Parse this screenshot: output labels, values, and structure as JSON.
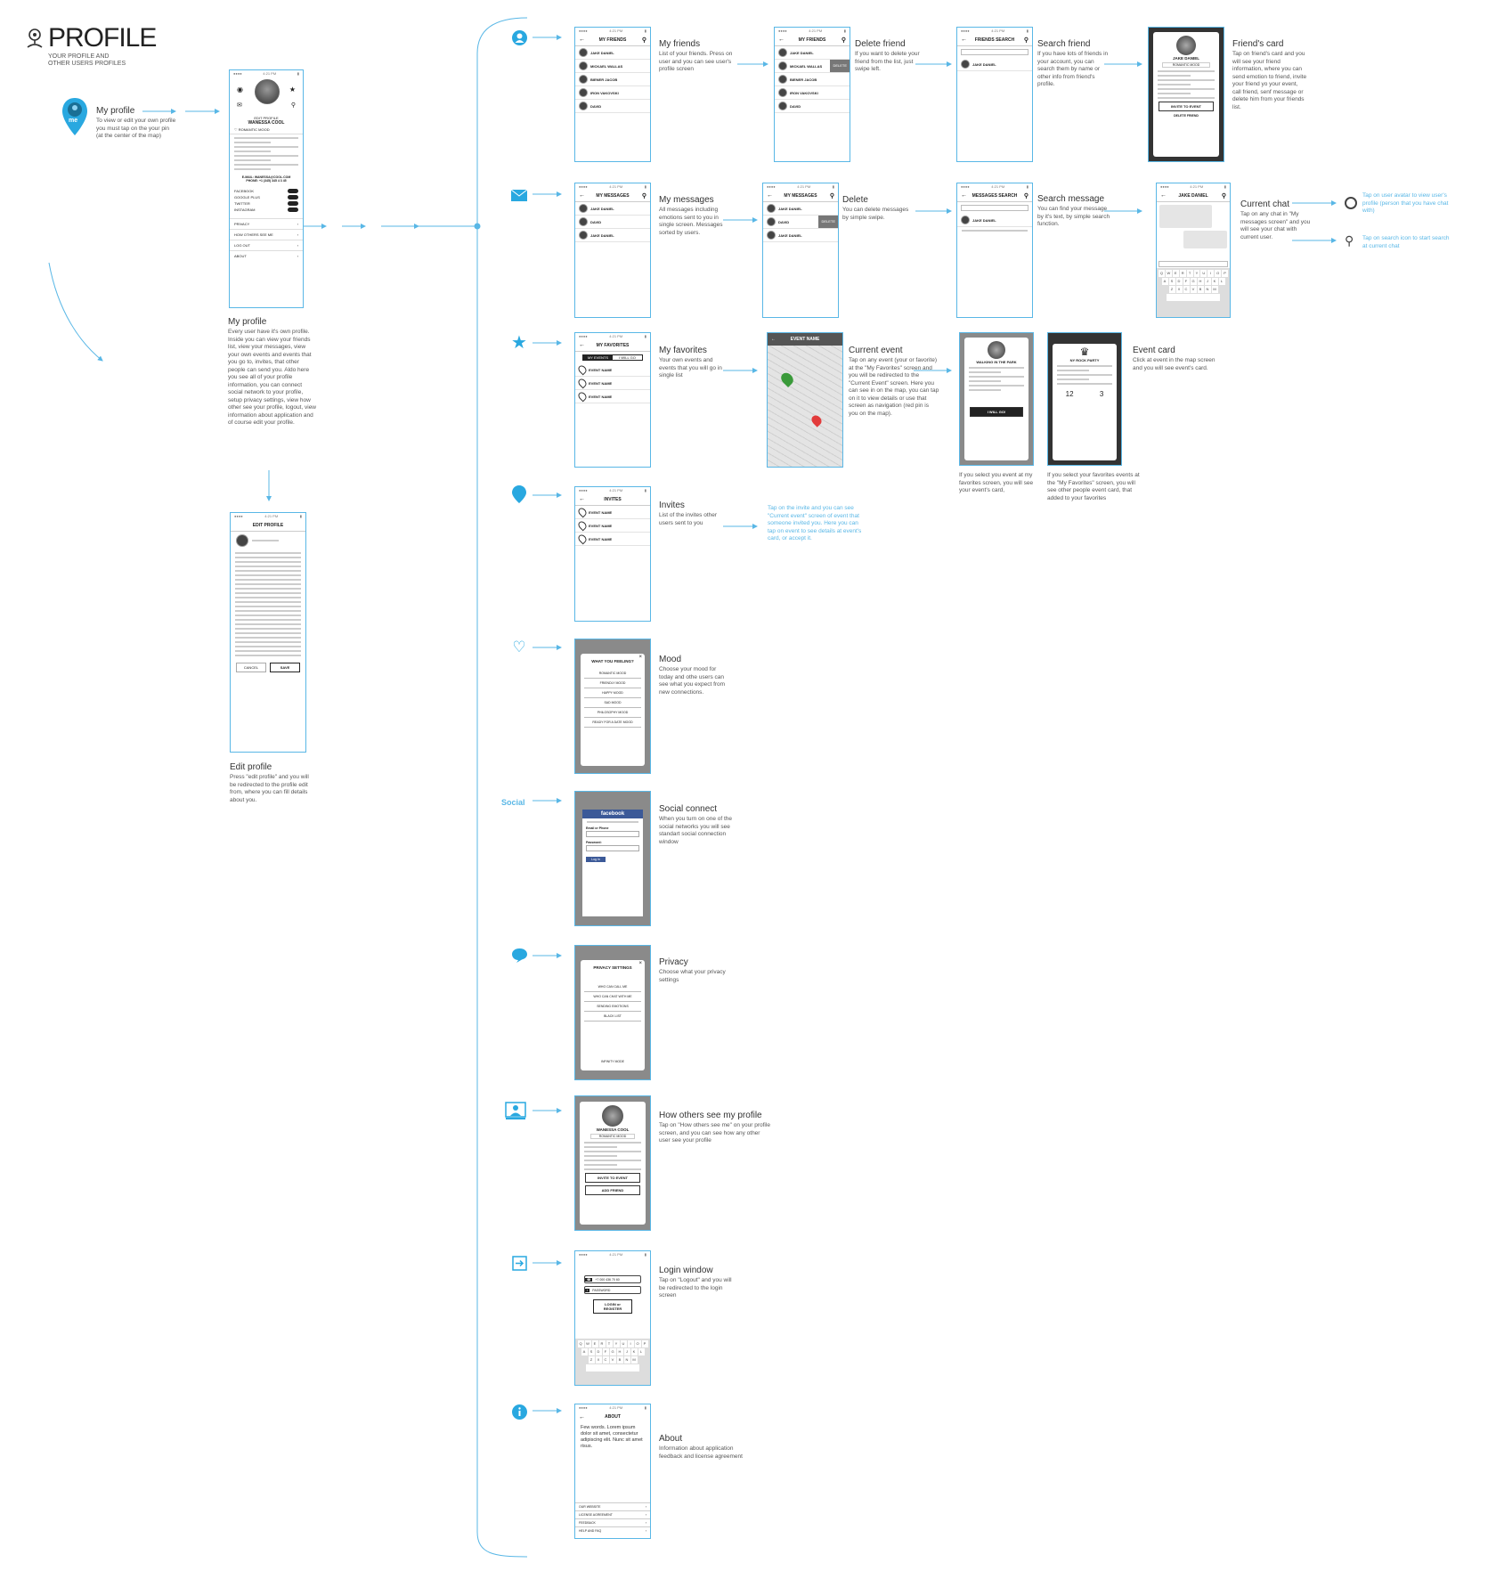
{
  "header": {
    "title": "PROFILE",
    "subtitle": "YOUR PROFILE AND OTHER USERS PROFILES"
  },
  "colors": {
    "accent": "#59b7e6",
    "icon": "#29a8e0",
    "ink": "#333333"
  },
  "intro": {
    "heading": "My profile",
    "text": "To view or edit your own profile you must tap on the your pin (at the center of the map)",
    "pin_label": "me"
  },
  "profile_screen": {
    "edit_label": "EDIT PROFILE",
    "name": "WANESSA COOL",
    "mood": "ROMANTIC MOOD",
    "email_label": "E-MAIL: WANESSA@COOL.COM",
    "phone_label": "PHONE: +1 (345) 345 4 3 45",
    "social": [
      "FACEBOOK",
      "GOOGLE PLUS",
      "TWITTER",
      "INSTAGRAM"
    ],
    "menu": [
      "PRIVACY",
      "HOW OTHERS SEE ME",
      "LOG OUT",
      "ABOUT"
    ]
  },
  "my_profile_desc": {
    "heading": "My profile",
    "text": "Every user have it's own profile. Inside you can view your friends list, view your messages, view your own events and events that you go to, invites, that other people can send you. Aldo here you see all of your profile information, you can connect social network to your profile, setup privacy settings, view how other see your profile, logout, view information about application and of course edit your profile."
  },
  "edit_screen": {
    "title": "EDIT PROFILE",
    "cancel": "CANCEL",
    "save": "SAVE"
  },
  "edit_desc": {
    "heading": "Edit profile",
    "text": "Press \"edit profile\" and you will be redirected to the profile edit from, where you can fill details about you."
  },
  "friends": {
    "screen_title": "MY FRIENDS",
    "names": [
      "JAKE DANIEL",
      "MICKAEL WALLAS",
      "BIENER JACOB",
      "IRON VAKOVSKI",
      "DAVID"
    ],
    "delete_action": "DELETE",
    "search_title": "FRIENDS SEARCH",
    "card_name": "JAKE DANIEL",
    "card_mood": "ROMANTIC MOOD",
    "card_invite": "INVITE TO EVENT",
    "card_delete": "DELETE FRIEND",
    "desc": [
      {
        "heading": "My friends",
        "text": "List of your friends. Press on user and you can see user's profile screen"
      },
      {
        "heading": "Delete friend",
        "text": "If you want to delete your friend from the list, just swipe left."
      },
      {
        "heading": "Search friend",
        "text": "If you have lots of friends in your account, you can search them by name or other info from friend's profile."
      },
      {
        "heading": "Friend's card",
        "text": "Tap on friend's card and you will see your friend information, where you can send emotion to friend, invite your friend yo your event, call friend, senf message or delete him from your friends list."
      }
    ]
  },
  "messages": {
    "screen_title": "MY MESSAGES",
    "names": [
      "JAKE DANIEL",
      "DAVID",
      "JAKE DANIEL"
    ],
    "delete_action": "DELETE",
    "search_title": "MESSAGES SEARCH",
    "chat_title": "JAKE DANIEL",
    "desc": [
      {
        "heading": "My messages",
        "text": "All messages including emotions sent to you in single screen. Messages sorted by users."
      },
      {
        "heading": "Delete",
        "text": "You can delete messages by simple swipe."
      },
      {
        "heading": "Search message",
        "text": "You can find your message by it's text, by simple search function."
      },
      {
        "heading": "Current chat",
        "text": "Tap on any chat in \"My messages screen\" and you will see your chat with current user."
      }
    ],
    "notes": [
      "Tap on user avatar to view user's profile (person that you have chat with)",
      "Tap on search icon to start search at current chat"
    ]
  },
  "favorites": {
    "screen_title": "MY FAVORITES",
    "tabs": [
      "MY EVENTS",
      "I WILL GO"
    ],
    "events": [
      "EVENT NAME",
      "EVENT NAME",
      "EVENT NAME"
    ],
    "map_title": "EVENT NAME",
    "event1_title": "WALKING IN THE PARK",
    "event1_action": "I WILL GO!",
    "event2_title": "NY ROCK PARTY",
    "event2_counts": [
      "12",
      "3"
    ],
    "desc": [
      {
        "heading": "My favorites",
        "text": "Your own events and events that you will go in single list"
      },
      {
        "heading": "Current event",
        "text": "Tap on any event (your or favorite) at the \"My Favorites\" screen and you will be redirected to the \"Current Event\" screen. Here you can see in on the map, you can tap on it to view details or use that screen as navigation (red pin is you on the map)."
      },
      {
        "heading": "Event card",
        "text": "Click at event in the map screen and you will see event's card."
      }
    ],
    "captions": [
      "If you select you event at my favorites screen, you will see your event's card,",
      "If you select your favorites events at the \"My Favorites\" screen, you will see other people event card, that added to your favorites"
    ]
  },
  "invites": {
    "screen_title": "INVITES",
    "events": [
      "EVENT NAME",
      "EVENT NAME",
      "EVENT NAME"
    ],
    "desc": {
      "heading": "Invites",
      "text": "List of the invites other users sent to you"
    },
    "note": "Tap on the invite and you can see \"Current event\" screen of event that someone invited you. Here you can tap on event to see details at event's card, or accept it."
  },
  "mood": {
    "modal_title": "WHAT YOU FEELING?",
    "options": [
      "ROMANTIC MOOD",
      "FRIENDLY MOOD",
      "HAPPY MOOD",
      "SAD MOOD",
      "PHILOSOPHY MOOD",
      "READY FOR A DATE MOOD"
    ],
    "desc": {
      "heading": "Mood",
      "text": "Choose your mood for today and othe users can see what you expect from new connections."
    }
  },
  "social_connect": {
    "side_label": "Social",
    "window_title": "facebook",
    "fields": [
      "Email or Phone",
      "Password:"
    ],
    "button": "Log In",
    "desc": {
      "heading": "Social connect",
      "text": "When you turn on one of the social networks you will see standart social connection window"
    }
  },
  "privacy": {
    "modal_title": "PRIVACY SETTINGS",
    "options": [
      "WHO CAN CALL ME",
      "WHO CAN CHAT WITH ME",
      "SENDING EMOTIONS",
      "BLACK LIST"
    ],
    "footer": "INFINITY MODE",
    "desc": {
      "heading": "Privacy",
      "text": "Choose what your privacy settings"
    }
  },
  "others_see": {
    "name": "WANESSA COOL",
    "mood": "ROMANTIC MOOD",
    "invite": "INVITE TO EVENT",
    "add": "ADD FRIEND",
    "desc": {
      "heading": "How others see my profile",
      "text": "Tap on \"How others see me\" on your profile screen, and you can see how any other user see your profile"
    }
  },
  "login": {
    "phone": "+7 000 436 70 60",
    "password": "PASSWORD",
    "button": "LOGIN or REGISTER",
    "desc": {
      "heading": "Login window",
      "text": "Tap on \"Logout\" and you will be redirected to the login screen"
    }
  },
  "about": {
    "screen_title": "ABOUT",
    "body": "Few words. Lorem ipsum dolor sit amet, consectetur adipiscing elit. Nunc sit amet risus.",
    "links": [
      "OUR WEBSITE",
      "LICENSE AGREEMENT",
      "FEEDBACK",
      "HELP AND FAQ"
    ],
    "desc": {
      "heading": "About",
      "text": "Information about application feedback and license agreement"
    }
  },
  "keyboard": {
    "row1": [
      "Q",
      "W",
      "E",
      "R",
      "T",
      "Y",
      "U",
      "I",
      "O",
      "P"
    ],
    "row2": [
      "A",
      "S",
      "D",
      "F",
      "G",
      "H",
      "J",
      "K",
      "L"
    ],
    "row3": [
      "Z",
      "X",
      "C",
      "V",
      "B",
      "N",
      "M"
    ]
  }
}
